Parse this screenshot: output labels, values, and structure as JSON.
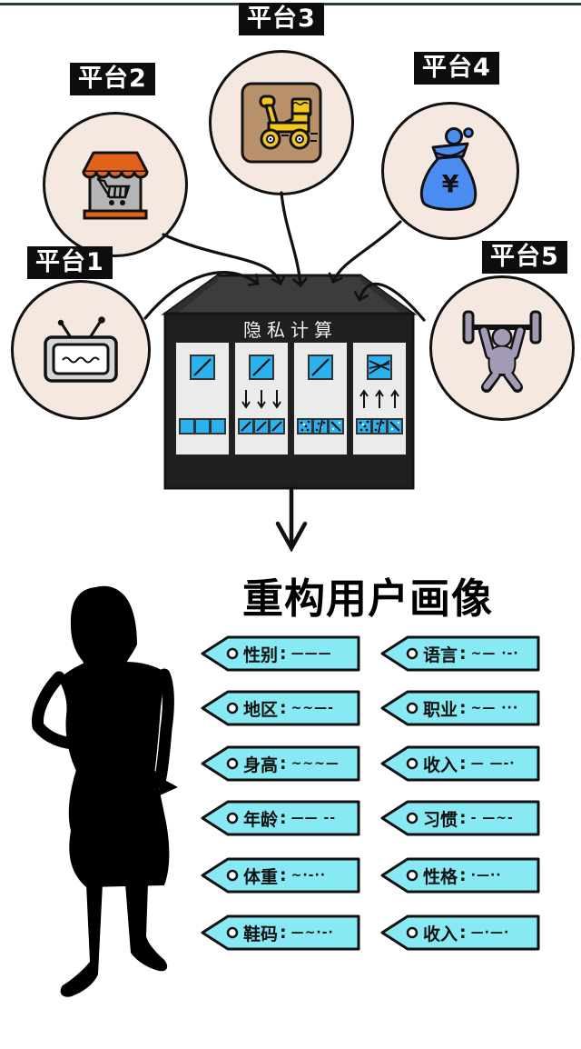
{
  "platforms": [
    {
      "label": "平台1",
      "icon": "tv-icon"
    },
    {
      "label": "平台2",
      "icon": "storefront-icon"
    },
    {
      "label": "平台3",
      "icon": "delivery-scooter-icon"
    },
    {
      "label": "平台4",
      "icon": "money-bag-icon",
      "symbol": "¥"
    },
    {
      "label": "平台5",
      "icon": "weightlifter-icon"
    }
  ],
  "privacy_box": {
    "title": "隐私计算",
    "panels": [
      {
        "top_icon": "diagonal-line-chart",
        "middle_icons": [],
        "bottom_icons": [
          "solid-square",
          "solid-square",
          "solid-square"
        ]
      },
      {
        "top_icon": "diagonal-line-chart",
        "middle_icons": [
          "down-arrow",
          "down-arrow",
          "down-arrow"
        ],
        "bottom_icons": [
          "diagonal-line-square",
          "diagonal-line-square",
          "diagonal-line-square"
        ]
      },
      {
        "top_icon": "diagonal-line-chart",
        "middle_icons": [],
        "bottom_icons": [
          "scatter-dots-square",
          "scatter-fit-line-square",
          "trend-line-square"
        ]
      },
      {
        "top_icon": "converging-lines-chart",
        "middle_icons": [
          "up-arrow",
          "up-arrow",
          "up-arrow"
        ],
        "bottom_icons": [
          "scatter-dots-square",
          "scatter-fit-line-square",
          "trend-line-square"
        ]
      }
    ]
  },
  "profile": {
    "title": "重构用户画像",
    "separator": ":",
    "tags": [
      {
        "label": "性别",
        "value": "———"
      },
      {
        "label": "语言",
        "value": "~— ·-·"
      },
      {
        "label": "地区",
        "value": "~~—-"
      },
      {
        "label": "职业",
        "value": "~— ···"
      },
      {
        "label": "身高",
        "value": "~~~—"
      },
      {
        "label": "收入",
        "value": "— —-·"
      },
      {
        "label": "年龄",
        "value": "—— --"
      },
      {
        "label": "习惯",
        "value": "- —~-"
      },
      {
        "label": "体重",
        "value": "~·-··"
      },
      {
        "label": "性格",
        "value": "·—··"
      },
      {
        "label": "鞋码",
        "value": "—~·-·"
      },
      {
        "label": "收入",
        "value": "—·—·"
      }
    ]
  },
  "colors": {
    "tag_fill": "#87e9f3",
    "platform_circle_fill": "#f4e8e0",
    "box_front": "#1f1f1f",
    "box_top": "#3c3c3c",
    "panel_fill": "#ebebe9",
    "accent_blue": "#2bb2ee",
    "money_bag_blue": "#4b8cf0",
    "awning_orange": "#e2621c",
    "scooter_yellow": "#f2c81f",
    "scooter_bg_brown": "#b8906a",
    "figure_purple": "#a29bb3",
    "label_bg": "#0d0d0d"
  }
}
